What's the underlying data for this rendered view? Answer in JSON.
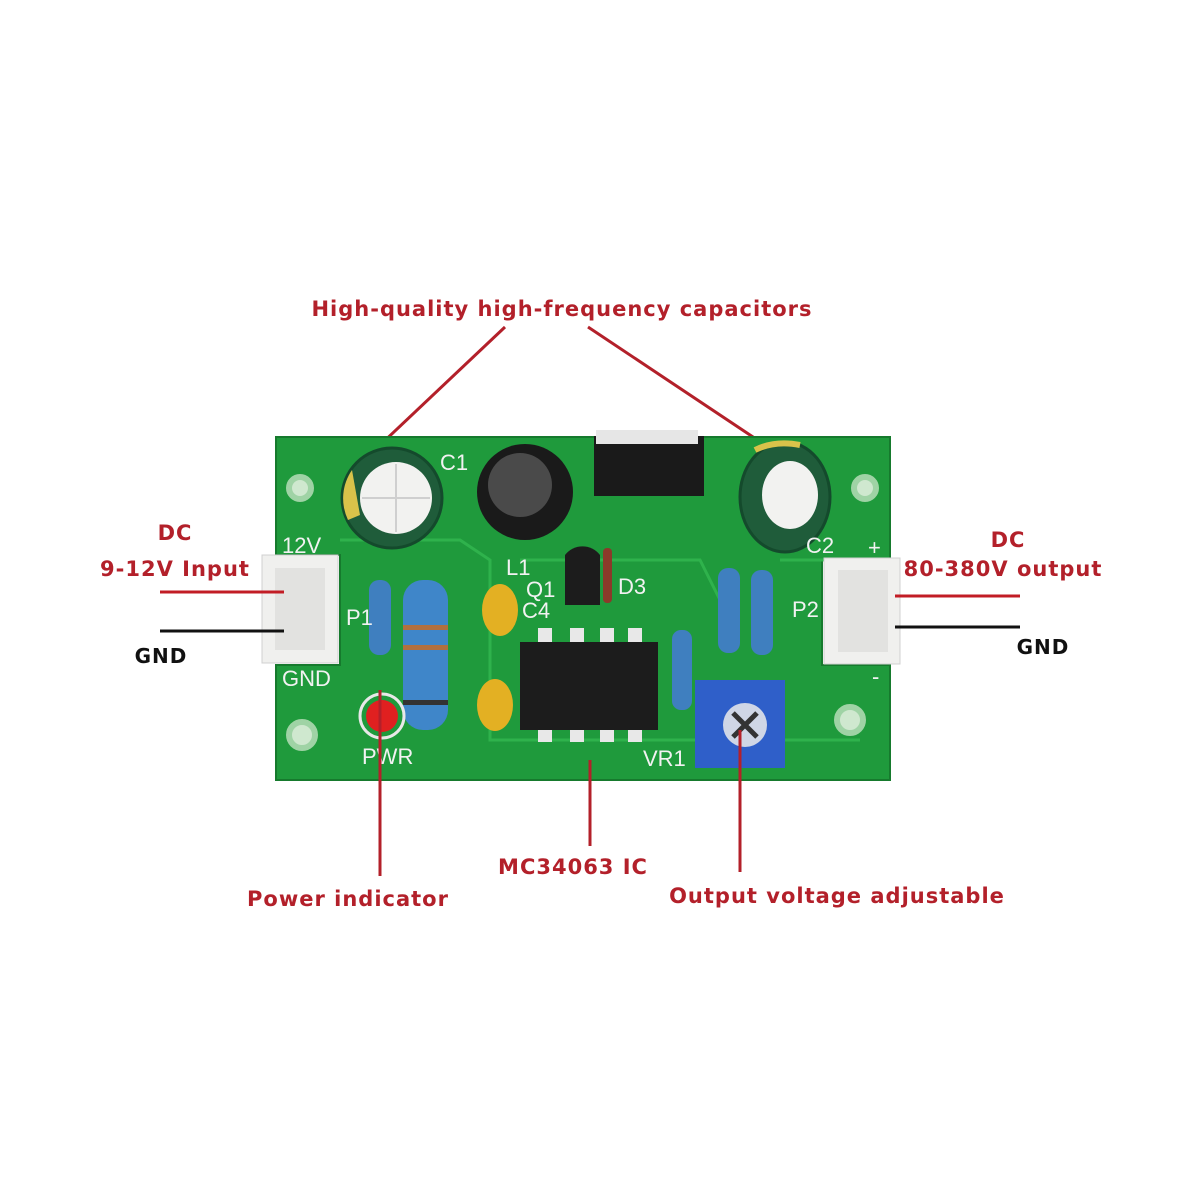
{
  "callouts": {
    "capacitors": "High-quality high-frequency capacitors",
    "input_dc": "DC",
    "input_range": "9-12V Input",
    "input_gnd": "GND",
    "output_dc": "DC",
    "output_range": "80-380V output",
    "output_gnd": "GND",
    "power_indicator": "Power indicator",
    "ic": "MC34063 IC",
    "adjustable": "Output voltage adjustable"
  },
  "silkscreen": {
    "v12": "12V",
    "gnd": "GND",
    "p1": "P1",
    "pwr": "PWR",
    "c1": "C1",
    "l1": "L1",
    "q1": "Q1",
    "d3": "D3",
    "c4": "C4",
    "c2": "C2",
    "plus": "+",
    "minus": "-",
    "p2": "P2",
    "vr1": "VR1"
  },
  "colors": {
    "label": "#b3202a",
    "pcb": "#1f9a3c"
  }
}
